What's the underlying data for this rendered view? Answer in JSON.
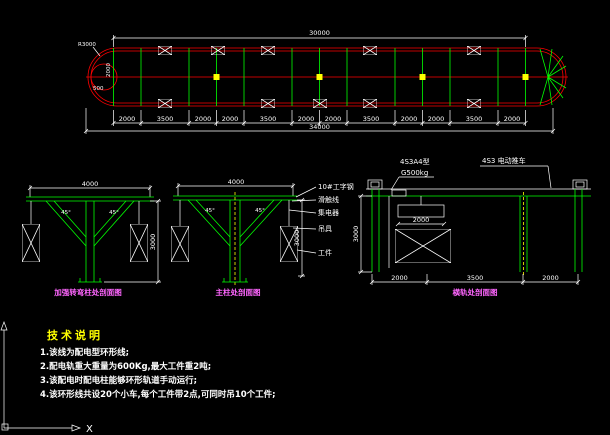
{
  "colors": {
    "background": "#000000",
    "track": "#ff0000",
    "column": "#00ff00",
    "marker": "#ffff00",
    "dimension": "#ffffff",
    "caption": "#ff66ff",
    "note": "#ffffff",
    "heading": "#ffff00"
  },
  "plan_view": {
    "radius_label": "R3000",
    "end_width_label": "2000",
    "end_offset_label": "500",
    "overall_length": "30000",
    "segment_dims": [
      "2000",
      "3500",
      "2000",
      "2000",
      "3500",
      "2000",
      "2000",
      "3500",
      "2000",
      "2000",
      "3500",
      "2000"
    ],
    "total_length": "34000"
  },
  "section_turn_column": {
    "width_dim": "4000",
    "height_dim": "3000",
    "brace_angles": [
      "45°",
      "45°"
    ],
    "caption": "加强转弯柱处剖面图"
  },
  "section_main_column": {
    "width_dim": "4000",
    "height_dim": "3000",
    "brace_angles": [
      "45°",
      "45°"
    ],
    "callouts": [
      "10#工字钢",
      "滑触线",
      "集电器",
      "吊具",
      "工件"
    ],
    "caption": "主柱处剖面图"
  },
  "section_cross_rail": {
    "hoist_model": "4S3A4型",
    "hoist_capacity": "G500kg",
    "drive_label": "4S3 电动推车",
    "hoist_width_dim": "2000",
    "height_dim": "3000",
    "span_dims": [
      "2000",
      "3500",
      "2000"
    ],
    "caption": "横轨处剖面图"
  },
  "notes": {
    "heading": "技术说明",
    "items": [
      "1.该线为配电型环形线;",
      "2.配电轨重大重量为600Kg,最大工件重2吨;",
      "3.该配电时配电柱能够环形轨道手动运行;",
      "4.该环形线共设20个小车,每个工件带2点,可同时吊10个工件;"
    ]
  },
  "ucs_icon": {
    "x_axis_label": "X"
  }
}
